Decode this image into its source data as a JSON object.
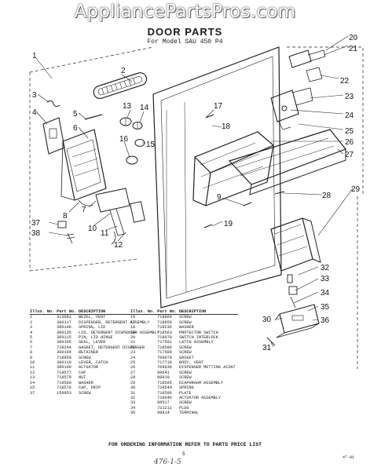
{
  "watermark": "AppliancePartsPros.com",
  "title": "DOOR PARTS",
  "subtitle": "For Model SAU 450 P4",
  "callouts": [
    "1",
    "2",
    "3",
    "4",
    "5",
    "6",
    "7",
    "8",
    "9",
    "10",
    "11",
    "12",
    "13",
    "14",
    "15",
    "16",
    "17",
    "18",
    "19",
    "20",
    "21",
    "22",
    "23",
    "24",
    "25",
    "26",
    "27",
    "28",
    "29",
    "30",
    "31",
    "32",
    "33",
    "34",
    "35",
    "36",
    "37",
    "38"
  ],
  "parts_table": {
    "headers": [
      "Illus. No.",
      "Part No.",
      "DESCRIPTION"
    ],
    "left_rows": [
      [
        "1",
        "313681",
        "BEZEL, VENT"
      ],
      [
        "2",
        "300117",
        "DISPENSER, DETERGENT ASSEMBLY"
      ],
      [
        "3",
        "300106",
        "SPRING, LID"
      ],
      [
        "4",
        "300135",
        "LID, DETERGENT DISPENSER ASSEMBLY"
      ],
      [
        "5",
        "300115",
        "PIN, LID HINGE"
      ],
      [
        "6",
        "300105",
        "SEAL, LEVER"
      ],
      [
        "7",
        "718244",
        "GASKET, DETERGENT DISPENSER"
      ],
      [
        "8",
        "300104",
        "RETAINER"
      ],
      [
        "9",
        "718950",
        "SCREW"
      ],
      [
        "10",
        "300119",
        "LEVER, CATCH"
      ],
      [
        "11",
        "300109",
        "ACTUATOR"
      ],
      [
        "12",
        "718577",
        "CAP"
      ],
      [
        "13",
        "718579",
        "NUT"
      ],
      [
        "14",
        "718580",
        "WASHER"
      ],
      [
        "15",
        "718576",
        "CAP, DRIP"
      ],
      [
        "37",
        "159953",
        "SCREW"
      ]
    ],
    "right_rows": [
      [
        "16",
        "718860",
        "SCREW"
      ],
      [
        "17",
        "718950",
        "SCREW"
      ],
      [
        "18",
        "718236",
        "WASHER"
      ],
      [
        "19",
        "718563",
        "PROTECTOR SWITCH"
      ],
      [
        "20",
        "718070",
        "SWITCH INTERLOCK"
      ],
      [
        "21",
        "717591",
        "LATCH ASSEMBLY"
      ],
      [
        "22",
        "718596",
        "SCREW"
      ],
      [
        "23",
        "717589",
        "SCREW"
      ],
      [
        "24",
        "709070",
        "GASKET"
      ],
      [
        "25",
        "717718",
        "BODY, VENT"
      ],
      [
        "26",
        "709036",
        "DISPENSER METTING ACSNT"
      ],
      [
        "27",
        "98641",
        "SCREW"
      ],
      [
        "28",
        "98810",
        "SCREW"
      ],
      [
        "29",
        "718595",
        "DIAPHRAGM ASSEMBLY"
      ],
      [
        "30",
        "718540",
        "SPRING"
      ],
      [
        "31",
        "718596",
        "PLATE"
      ],
      [
        "32",
        "718646",
        "ACTUATOR ASSEMBLY"
      ],
      [
        "33",
        "98517",
        "SCREW"
      ],
      [
        "34",
        "711211",
        "PLUG"
      ],
      [
        "35",
        "98814",
        "TERMINAL"
      ]
    ]
  },
  "footer": "FOR ORDERING INFORMATION REFER TO PARTS PRICE LIST",
  "page_number": "5",
  "handwritten_code": "476-1-5",
  "print_code": "4\"-81"
}
